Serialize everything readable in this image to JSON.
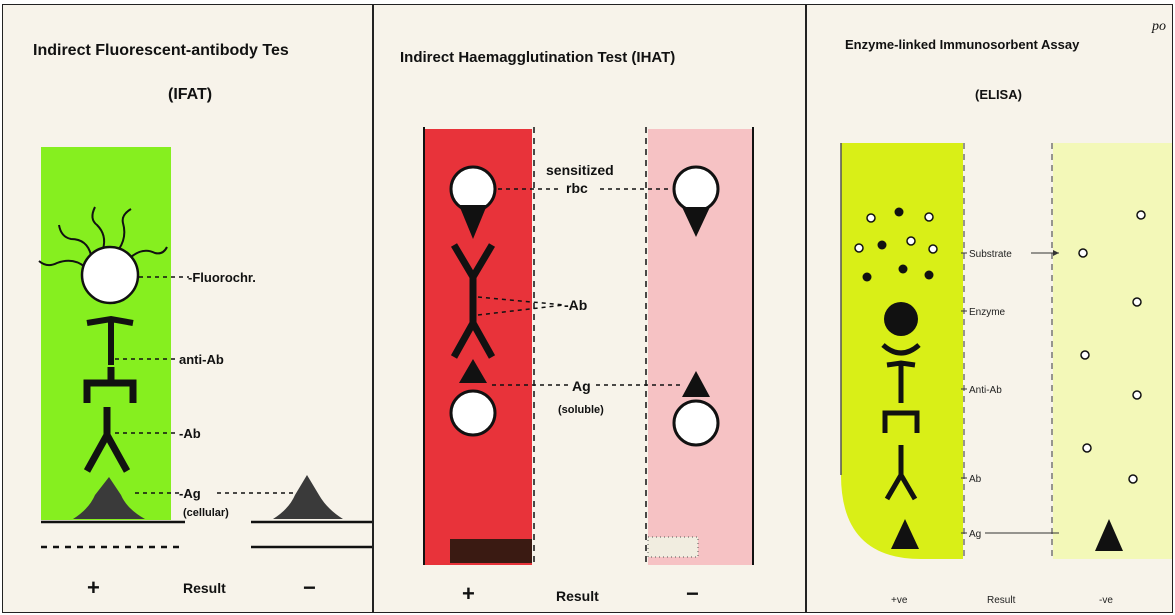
{
  "colors": {
    "ifat_panel": "#86ef1f",
    "ihat_positive": "#e8333a",
    "ihat_negative": "#f6c2c4",
    "elisa_positive": "#d9ef17",
    "elisa_negative": "#f3f8b8"
  },
  "ifat": {
    "title": "Indirect   Fluorescent-antibody  Tes",
    "abbrev": "(IFAT)",
    "labels": {
      "fluorochrome": "-Fluorochr.",
      "anti_ab": "anti-Ab",
      "ab": "-Ab",
      "ag": "-Ag",
      "ag_note": "(cellular)"
    },
    "result": {
      "positive": "+",
      "label": "Result",
      "negative": "−"
    }
  },
  "ihat": {
    "title": "Indirect  Haemagglutination  Test  (IHAT)",
    "labels": {
      "sensitized": "sensitized",
      "rbc": "rbc",
      "ab": "-Ab",
      "ag": "Ag",
      "ag_note": "(soluble)"
    },
    "result": {
      "positive": "+",
      "label": "Result",
      "negative": "−"
    }
  },
  "elisa": {
    "title": "Enzyme-linked Immunosorbent Assay",
    "abbrev": "(ELISA)",
    "labels": {
      "substrate": "Substrate",
      "enzyme": "Enzyme",
      "anti_ab": "Anti-Ab",
      "ab": "Ab",
      "ag": "Ag"
    },
    "result": {
      "positive": "+ve",
      "label": "Result",
      "negative": "-ve"
    }
  },
  "corner_text": "po"
}
